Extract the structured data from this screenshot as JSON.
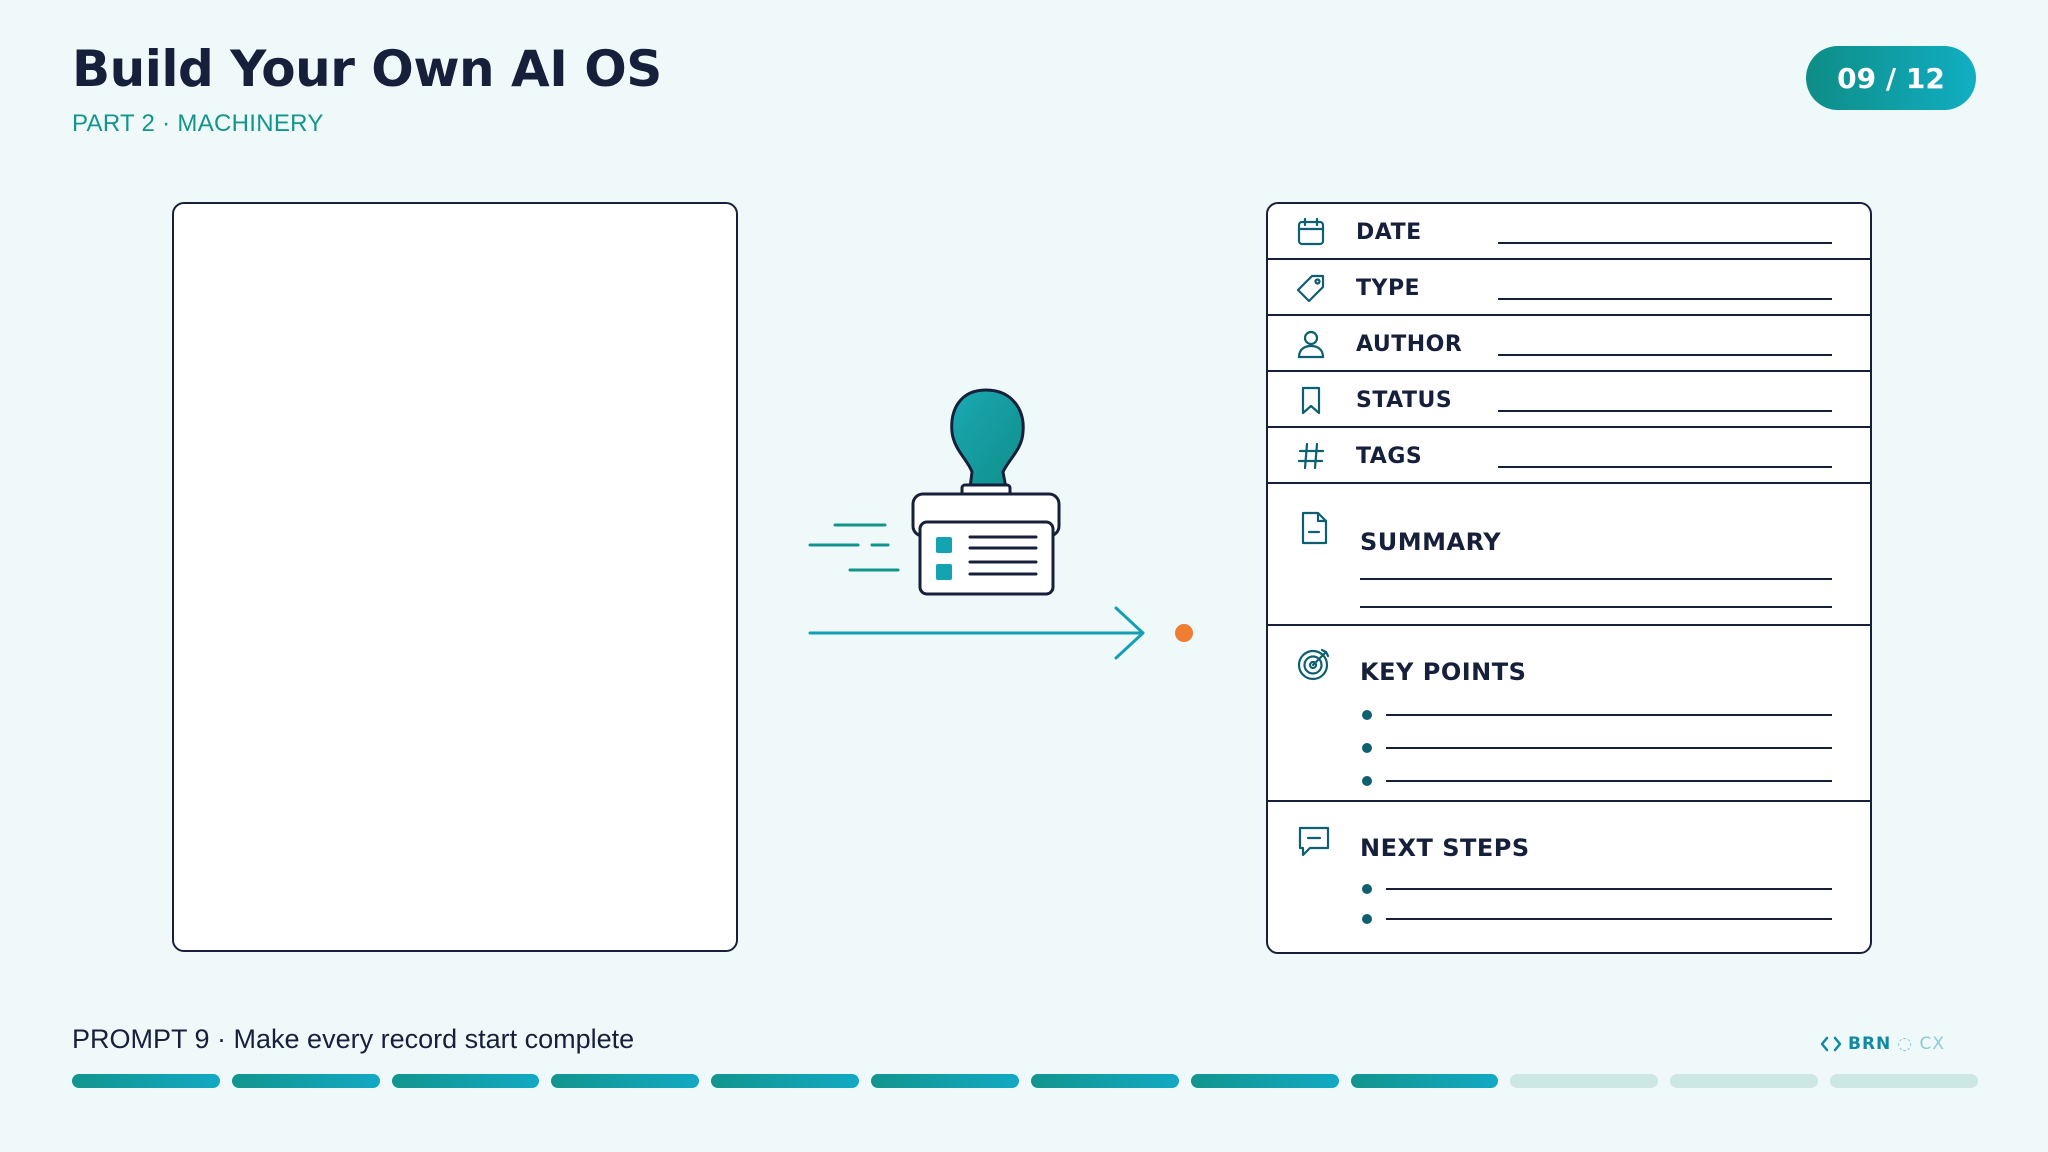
{
  "header": {
    "title": "Build Your Own AI OS",
    "subtitle": "PART 2 · MACHINERY",
    "page_indicator": "09 / 12"
  },
  "form": {
    "fields": [
      {
        "label": "DATE",
        "icon": "calendar-icon"
      },
      {
        "label": "TYPE",
        "icon": "tag-icon"
      },
      {
        "label": "AUTHOR",
        "icon": "person-icon"
      },
      {
        "label": "STATUS",
        "icon": "bookmark-icon"
      },
      {
        "label": "TAGS",
        "icon": "hash-icon"
      }
    ],
    "summary_label": "SUMMARY",
    "key_points_label": "KEY POINTS",
    "next_steps_label": "NEXT STEPS"
  },
  "footer": {
    "prompt_label": "PROMPT 9 · Make every record start complete",
    "brand_main": "BRN",
    "brand_suffix": "◌ CX",
    "progress": {
      "total": 12,
      "completed": 9
    }
  },
  "colors": {
    "background": "#eff9fa",
    "ink": "#17203a",
    "accent": "#14958c",
    "accent_bright": "#12a9c4",
    "orange_dot": "#ef7d32",
    "progress_off": "#cde7e5"
  }
}
